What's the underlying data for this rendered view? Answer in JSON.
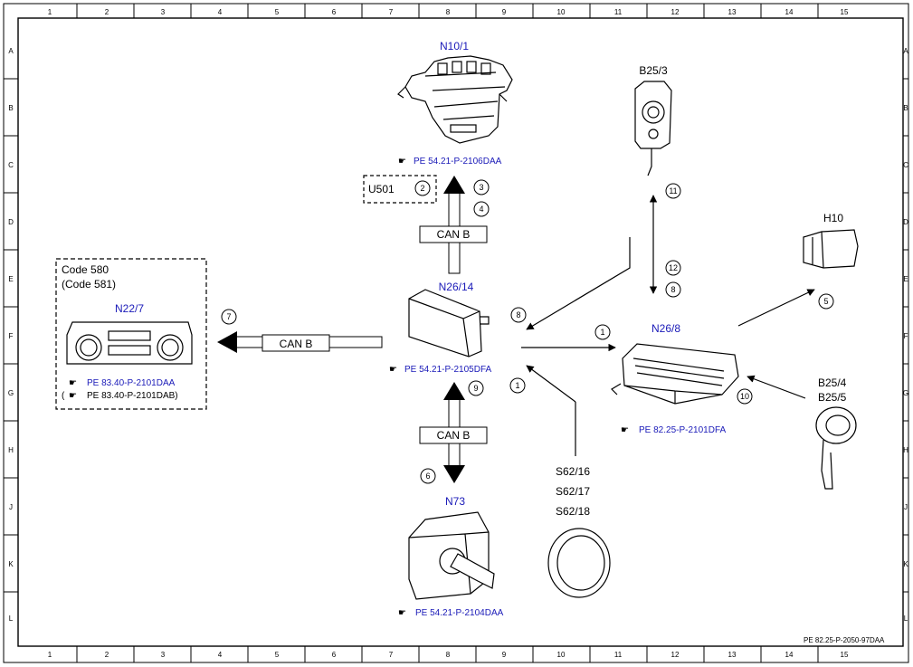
{
  "grid": {
    "columns": [
      "1",
      "2",
      "3",
      "4",
      "5",
      "6",
      "7",
      "8",
      "9",
      "10",
      "11",
      "12",
      "13",
      "14",
      "15"
    ],
    "rows": [
      "A",
      "B",
      "C",
      "D",
      "E",
      "F",
      "G",
      "H",
      "J",
      "K",
      "L"
    ]
  },
  "components": {
    "n10_1": {
      "label": "N10/1",
      "ref": "PE 54.21-P-2106DAA"
    },
    "n26_14": {
      "label": "N26/14",
      "ref": "PE 54.21-P-2105DFA"
    },
    "n22_7": {
      "label": "N22/7",
      "ref": "PE 83.40-P-2101DAA",
      "ref2": "PE 83.40-P-2101DAB)",
      "ref2_open": "("
    },
    "n73": {
      "label": "N73",
      "ref": "PE 54.21-P-2104DAA"
    },
    "n26_8": {
      "label": "N26/8",
      "ref": "PE 82.25-P-2101DFA"
    },
    "b25_3": {
      "label": "B25/3"
    },
    "h10": {
      "label": "H10"
    },
    "b25_4": {
      "label": "B25/4"
    },
    "b25_5": {
      "label": "B25/5"
    },
    "s62_16": {
      "label": "S62/16"
    },
    "s62_17": {
      "label": "S62/17"
    },
    "s62_18": {
      "label": "S62/18"
    },
    "u501": {
      "label": "U501"
    }
  },
  "codes": {
    "code580": "Code 580",
    "code581": "(Code 581)"
  },
  "bus": {
    "can_top": "CAN B",
    "can_left": "CAN B",
    "can_bottom": "CAN B"
  },
  "callouts": [
    "1",
    "1",
    "2",
    "3",
    "4",
    "5",
    "6",
    "7",
    "8",
    "8",
    "9",
    "10",
    "11",
    "12"
  ],
  "footer_ref": "PE 82.25-P-2050-97DAA",
  "colors": {
    "blue_text": "#1a1ab8",
    "line": "#000000"
  }
}
